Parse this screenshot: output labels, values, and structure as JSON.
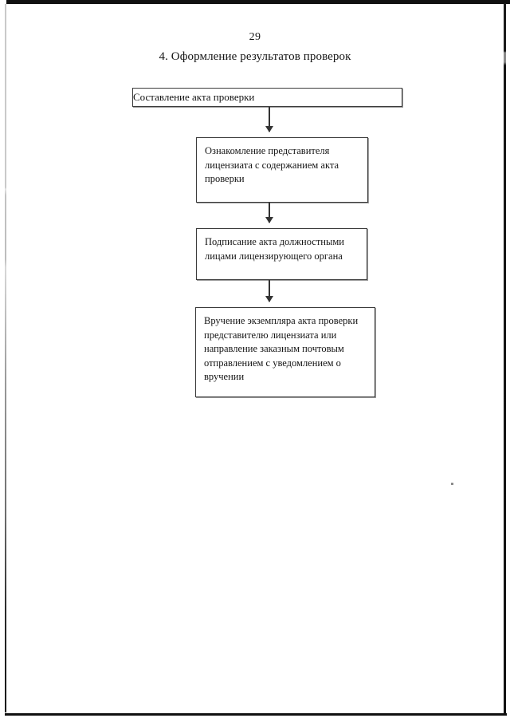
{
  "document": {
    "page_number": "29",
    "heading": "4. Оформление результатов проверок"
  },
  "flowchart": {
    "type": "flowchart",
    "orientation": "vertical",
    "nodes": [
      {
        "id": "node-start",
        "shape": "rectangle",
        "text": "Составление акта проверки"
      },
      {
        "id": "node-step2",
        "shape": "rectangle",
        "text": "Ознакомление представителя\nлицензиата с содержанием акта\nпроверки"
      },
      {
        "id": "node-step3",
        "shape": "rectangle",
        "text": "Подписание акта должностными\nлицами лицензирующего органа"
      },
      {
        "id": "node-step4",
        "shape": "rectangle",
        "text": "Вручение экземпляра акта проверки\nпредставителю лицензиата или\nнаправление заказным почтовым\nотправлением с уведомлением о\nвручении"
      }
    ],
    "connectors": [
      {
        "id": "connector-1",
        "from": "node-start",
        "to": "node-step2",
        "arrow": "down"
      },
      {
        "id": "connector-2",
        "from": "node-step2",
        "to": "node-step3",
        "arrow": "down"
      },
      {
        "id": "connector-3",
        "from": "node-step3",
        "to": "node-step4",
        "arrow": "down"
      }
    ]
  },
  "colors": {
    "page_background": "#ffffff",
    "text": "#151515",
    "node_border": "#3a3a3a",
    "node_shadow": "#9c9c9c",
    "connector": "#333333",
    "scan_edge": "#111111"
  }
}
